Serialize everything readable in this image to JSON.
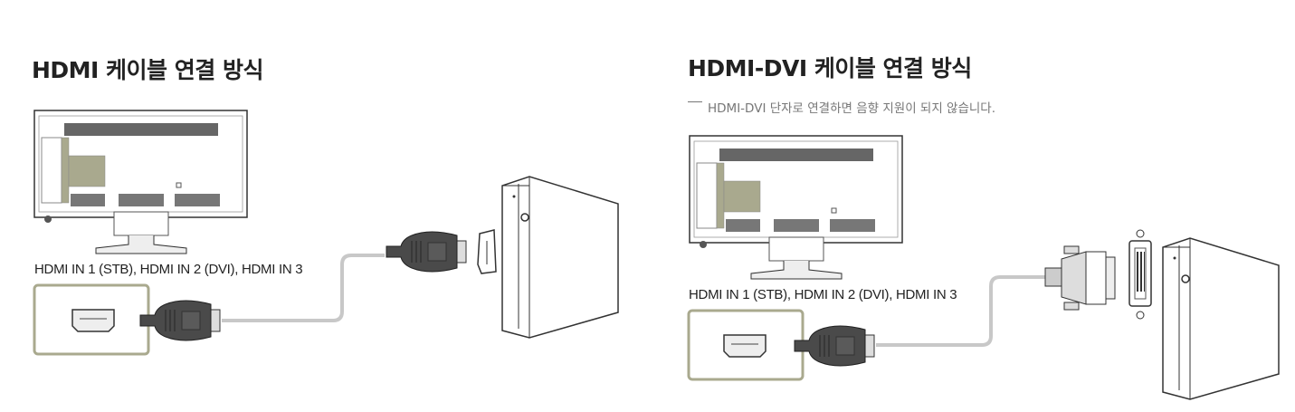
{
  "left": {
    "title": "HDMI 케이블 연결 방식",
    "port_label": "HDMI IN 1 (STB), HDMI IN 2 (DVI), HDMI IN 3"
  },
  "right": {
    "title": "HDMI-DVI 케이블 연결 방식",
    "note": "HDMI-DVI 단자로 연결하면 음향 지원이 되지 않습니다.",
    "port_label": "HDMI IN 1 (STB), HDMI IN 2 (DVI), HDMI IN 3"
  },
  "colors": {
    "accent": "#a9a98e",
    "connector": "#4a4a4a",
    "cable": "#c8c8c8"
  }
}
